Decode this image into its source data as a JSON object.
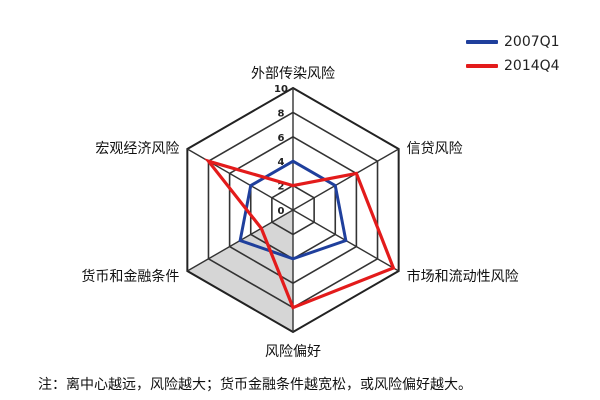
{
  "chart_data": {
    "type": "radar",
    "axes": [
      "外部传染风险",
      "信贷风险",
      "市场和流动性风险",
      "风险偏好",
      "货币和金融条件",
      "宏观经济风险"
    ],
    "rlim": [
      0,
      10
    ],
    "ticks": [
      "0",
      "2",
      "4",
      "6",
      "8",
      "10"
    ],
    "tick_values": [
      0,
      2,
      4,
      6,
      8,
      10
    ],
    "grid": true,
    "legend_position": "top-right",
    "series": [
      {
        "name": "2007Q1",
        "color": "#1f3f9c",
        "values": [
          4,
          4,
          5,
          4,
          5,
          4
        ]
      },
      {
        "name": "2014Q4",
        "color": "#e31b1b",
        "values": [
          2,
          6,
          9.5,
          8,
          3,
          8
        ]
      }
    ],
    "note": "注：离中心越远，风险越大；货币金融条件越宽松，或风险偏好越大。"
  }
}
